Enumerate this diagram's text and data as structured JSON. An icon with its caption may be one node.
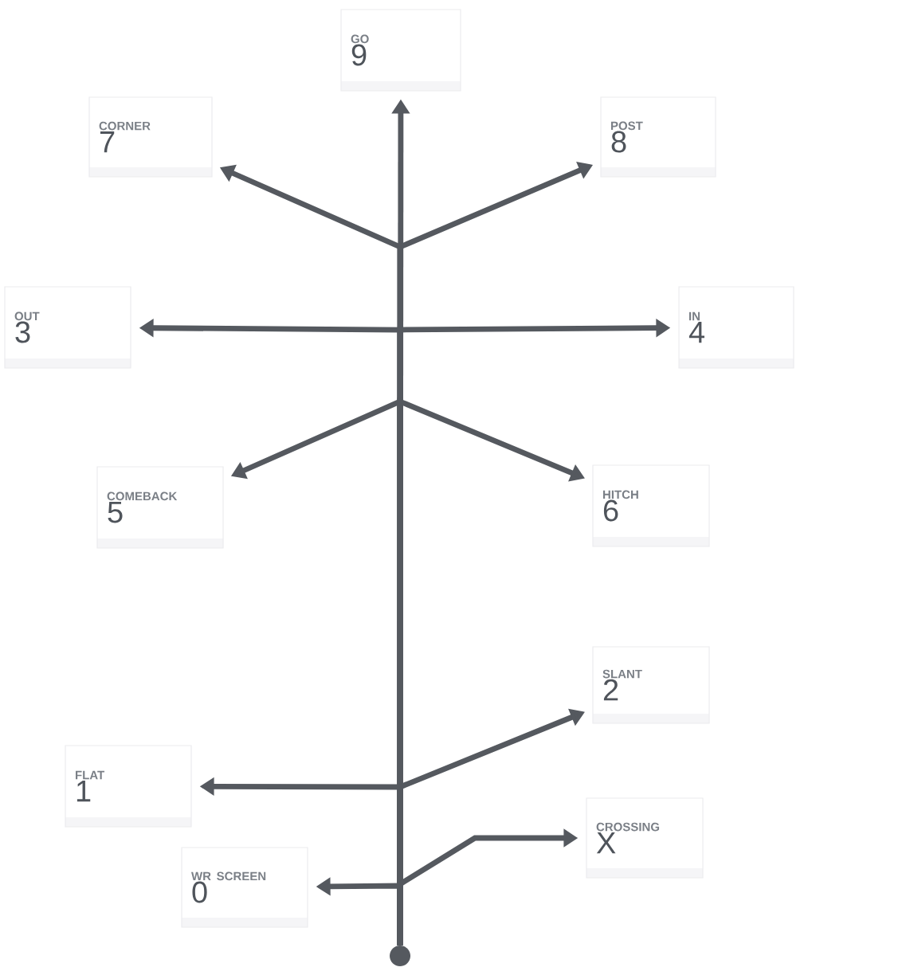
{
  "diagram": {
    "nodes": [
      {
        "text": [
          "GO",
          "9"
        ]
      },
      {
        "text": [
          "CORNER",
          "7"
        ]
      },
      {
        "text": [
          "POST",
          "8"
        ]
      },
      {
        "text": [
          "OUT",
          "3"
        ]
      },
      {
        "text": [
          "IN",
          "4"
        ]
      },
      {
        "text": [
          "COMEBACK",
          "5"
        ]
      },
      {
        "text": [
          "HITCH",
          "6"
        ]
      },
      {
        "text": [
          "SLANT",
          "2"
        ]
      },
      {
        "text": [
          "FLAT",
          "1"
        ]
      },
      {
        "text": [
          "CROSSING",
          "X"
        ]
      },
      {
        "text": [
          "WR SCREEN",
          "0"
        ]
      },
      {
        "text": [],
        "shape": "circle"
      }
    ],
    "edges": [
      {
        "from": 11,
        "to": 0,
        "arrow": "to"
      },
      {
        "from": 11,
        "to": 1,
        "arrow": "to"
      },
      {
        "from": 11,
        "to": 2,
        "arrow": "to"
      },
      {
        "from": 11,
        "to": 3,
        "arrow": "to"
      },
      {
        "from": 11,
        "to": 4,
        "arrow": "to"
      },
      {
        "from": 11,
        "to": 5,
        "arrow": "to"
      },
      {
        "from": 11,
        "to": 6,
        "arrow": "to"
      },
      {
        "from": 11,
        "to": 7,
        "arrow": "to"
      },
      {
        "from": 11,
        "to": 8,
        "arrow": "to"
      },
      {
        "from": 11,
        "to": 9,
        "arrow": "to"
      },
      {
        "from": 11,
        "to": 10,
        "arrow": "to"
      }
    ]
  }
}
